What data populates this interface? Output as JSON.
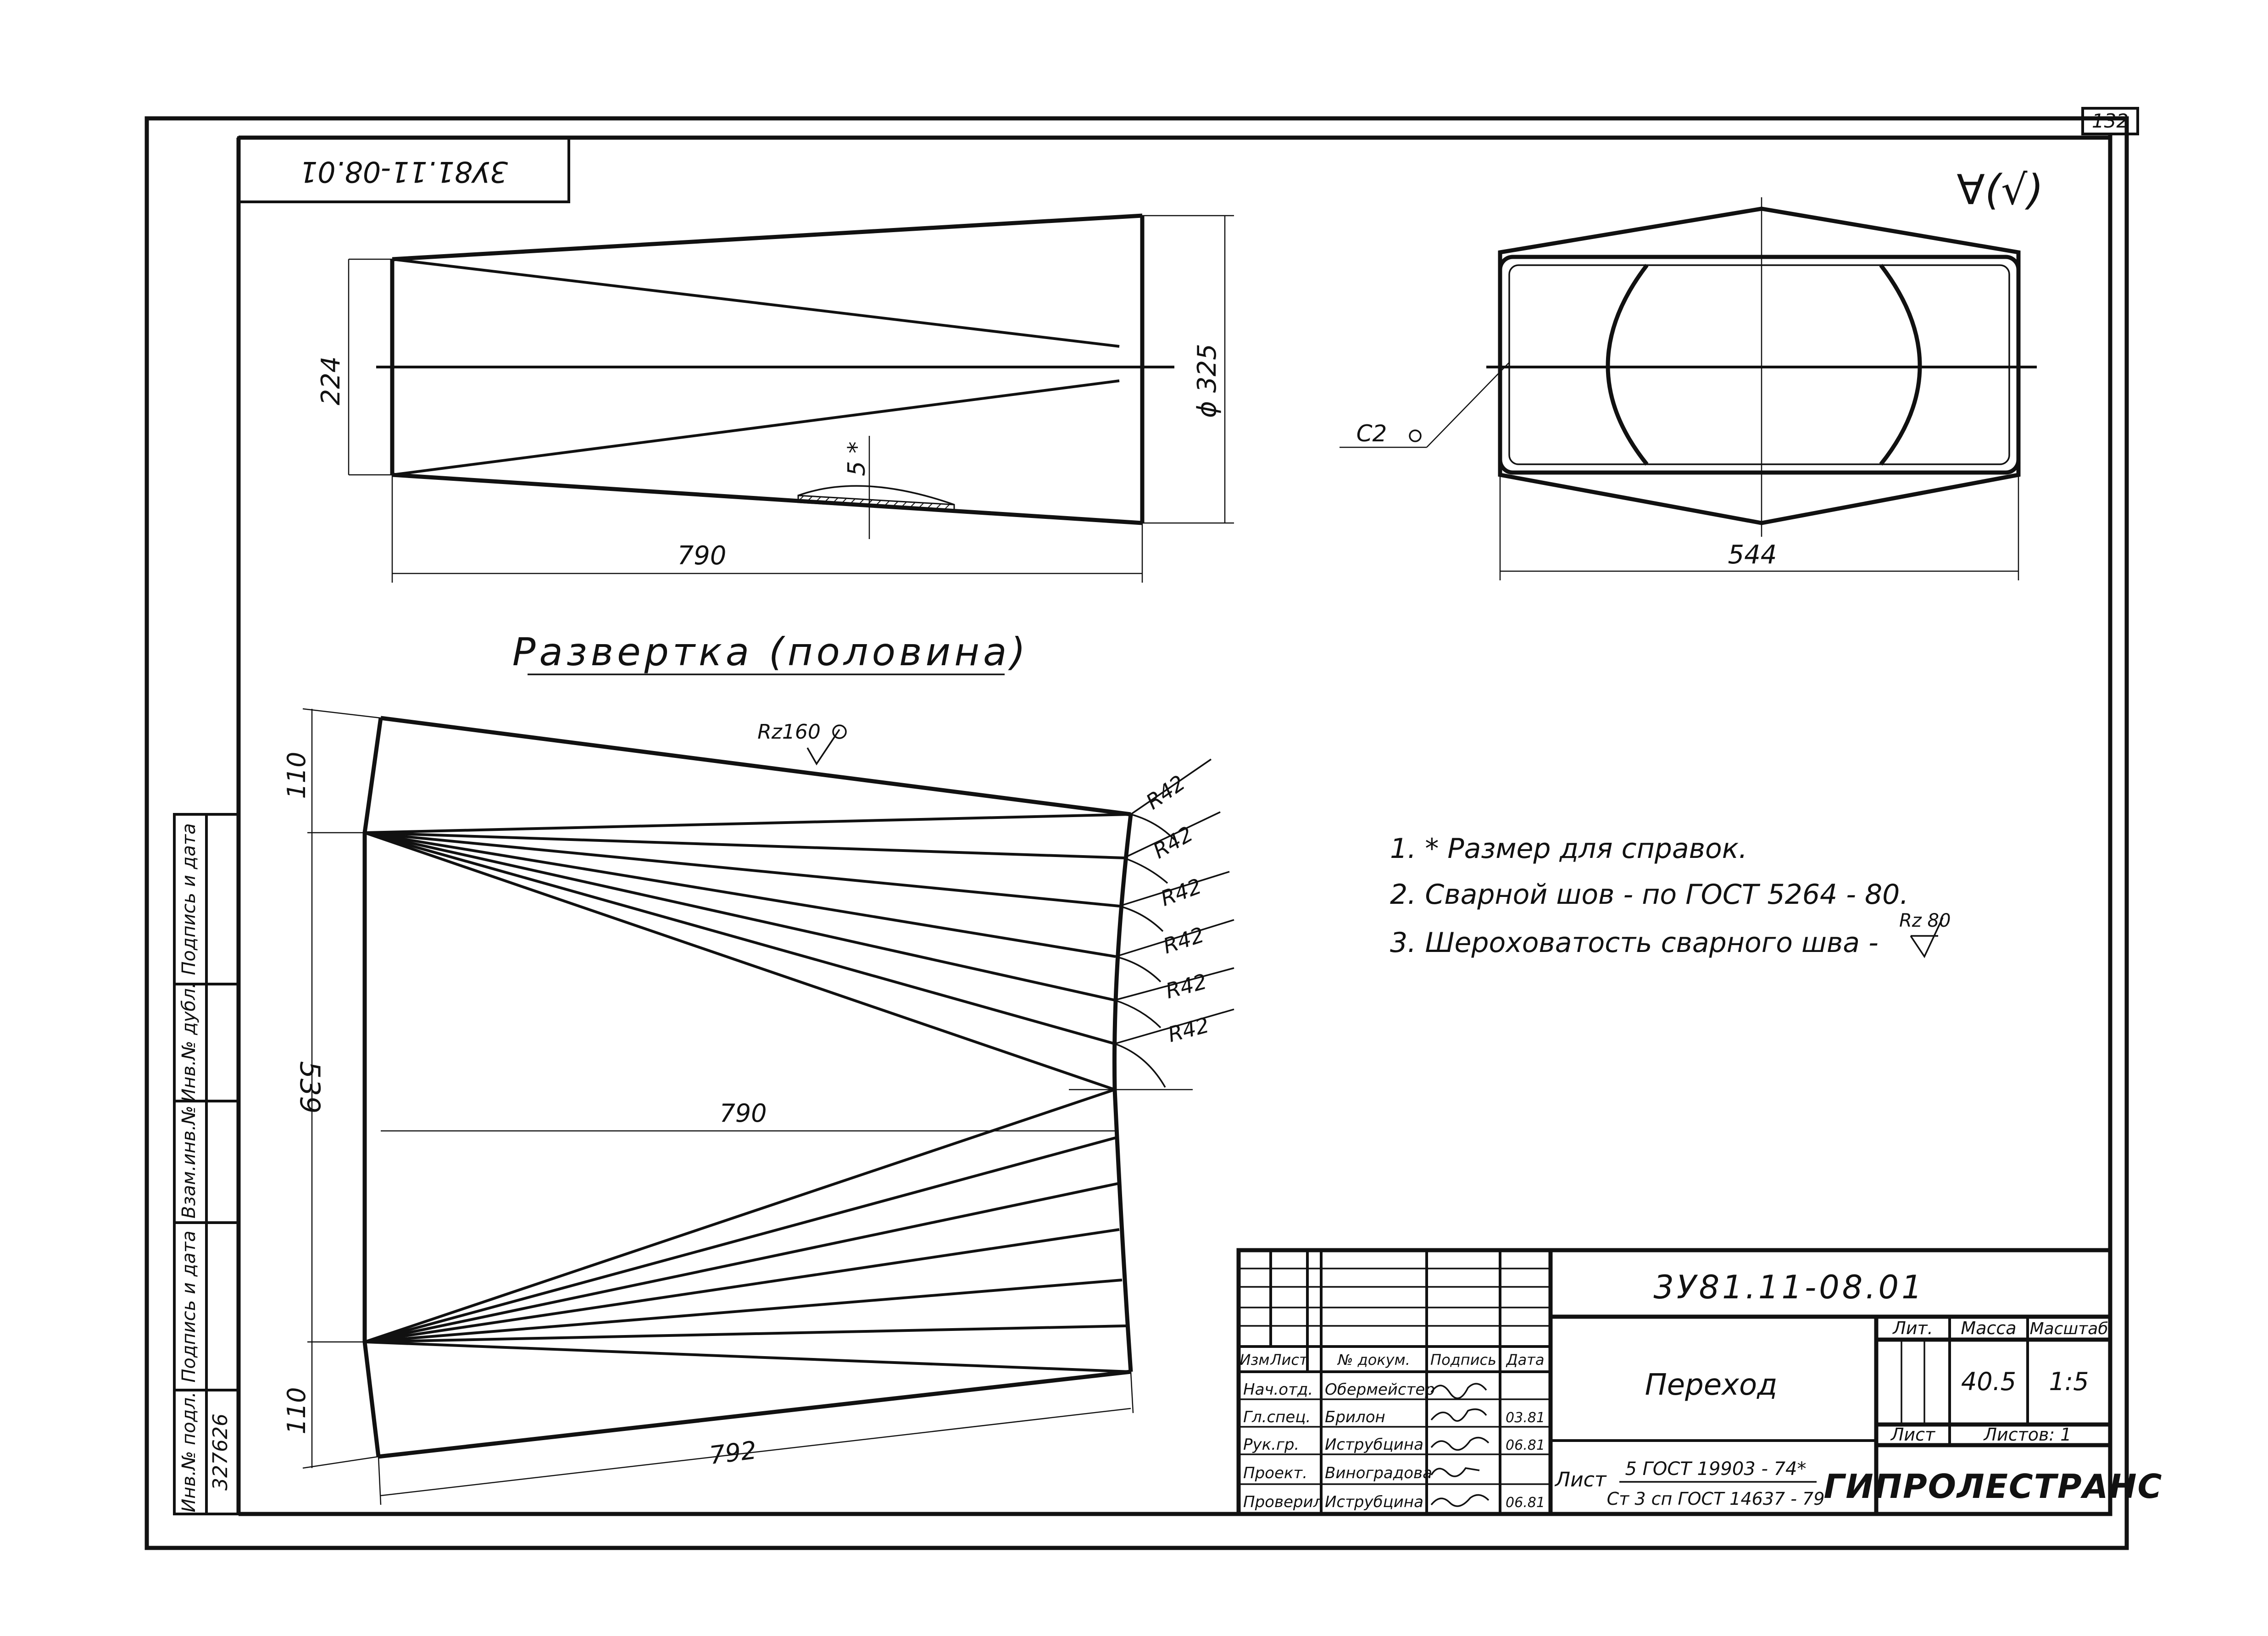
{
  "sheet_number": "132",
  "stamp_code_rotated": "3У81.11-08.01",
  "roughness_mark": "∀(√)",
  "side_view": {
    "dim_height": "224",
    "dim_diameter": "ϕ 325",
    "dim_length": "790",
    "dim_weld": "5 *"
  },
  "end_view": {
    "chamfer": "C2",
    "dim_width": "544"
  },
  "development": {
    "title": "Развертка (половина)",
    "roughness": "Rz160",
    "dim_top": "110",
    "dim_mid": "539",
    "dim_bottom": "110",
    "dim_length_mid": "790",
    "dim_length_bottom": "792",
    "radius_labels": [
      "R42",
      "R42",
      "R42",
      "R42",
      "R42",
      "R42"
    ]
  },
  "notes": [
    "1. * Размер  для  справок.",
    "2. Сварной  шов - по  ГОСТ 5264 - 80.",
    "3. Шероховатость  сварного  шва -"
  ],
  "note3_roughness": "Rz 80",
  "side_strip": {
    "labels": [
      "Инв.№ подл.",
      "Подпись и дата",
      "Взам.инв.№",
      "Инв.№ дубл.",
      "Подпись и дата"
    ],
    "inv_number": "327626"
  },
  "title_block": {
    "designation": "3У81.11-08.01",
    "name": "Переход",
    "col_headers": [
      "Изм",
      "Лист",
      "№ докум.",
      "Подпись",
      "Дата"
    ],
    "roles": [
      "Нач.отд.",
      "Гл.спец.",
      "Рук.гр.",
      "Проект.",
      "Проверил"
    ],
    "names": [
      "Обермейстер",
      "Брилон",
      "Иструбцина",
      "Виноградова",
      "Иструбцина"
    ],
    "dates": [
      "",
      "03.81",
      "06.81",
      "",
      "06.81"
    ],
    "lit_label": "Лит.",
    "mass_label": "Масса",
    "scale_label": "Масштаб",
    "mass_value": "40.5",
    "scale_value": "1:5",
    "sheet_label": "Лист",
    "sheets_label": "Листов: 1",
    "material_prefix": "Лист",
    "material_top": "5 ГОСТ 19903 - 74*",
    "material_bottom": "Ст 3 сп ГОСТ 14637 - 79",
    "organization": "ГИПРОЛЕСТРАНС"
  }
}
